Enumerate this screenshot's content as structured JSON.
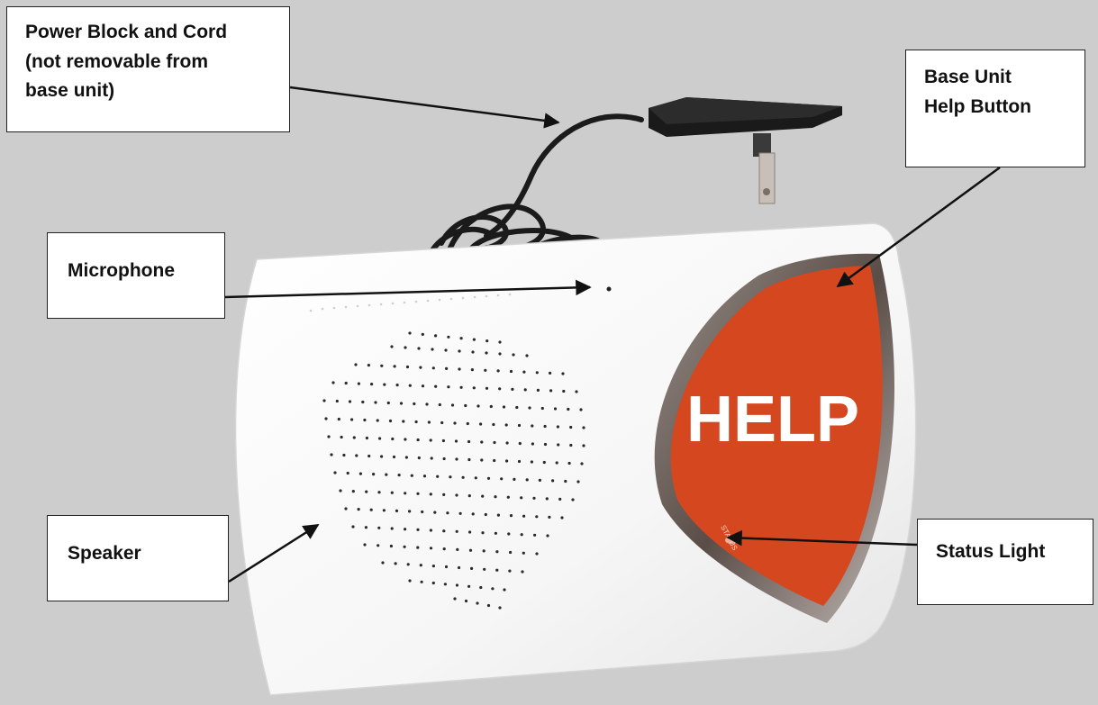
{
  "callouts": {
    "power": [
      "Power Block and Cord",
      "(not removable from",
      "base unit)"
    ],
    "microphone": [
      "Microphone"
    ],
    "base_unit": [
      "Base Unit",
      "Help Button"
    ],
    "speaker": [
      "Speaker"
    ],
    "status_light": [
      "Status Light"
    ]
  },
  "device": {
    "button_text": "HELP",
    "status_text": "STATUS",
    "button_color": "#d4471f",
    "body_color": "#f7f7f7"
  },
  "colors": {
    "background": "#cdcdcd",
    "arrow": "#111111"
  }
}
